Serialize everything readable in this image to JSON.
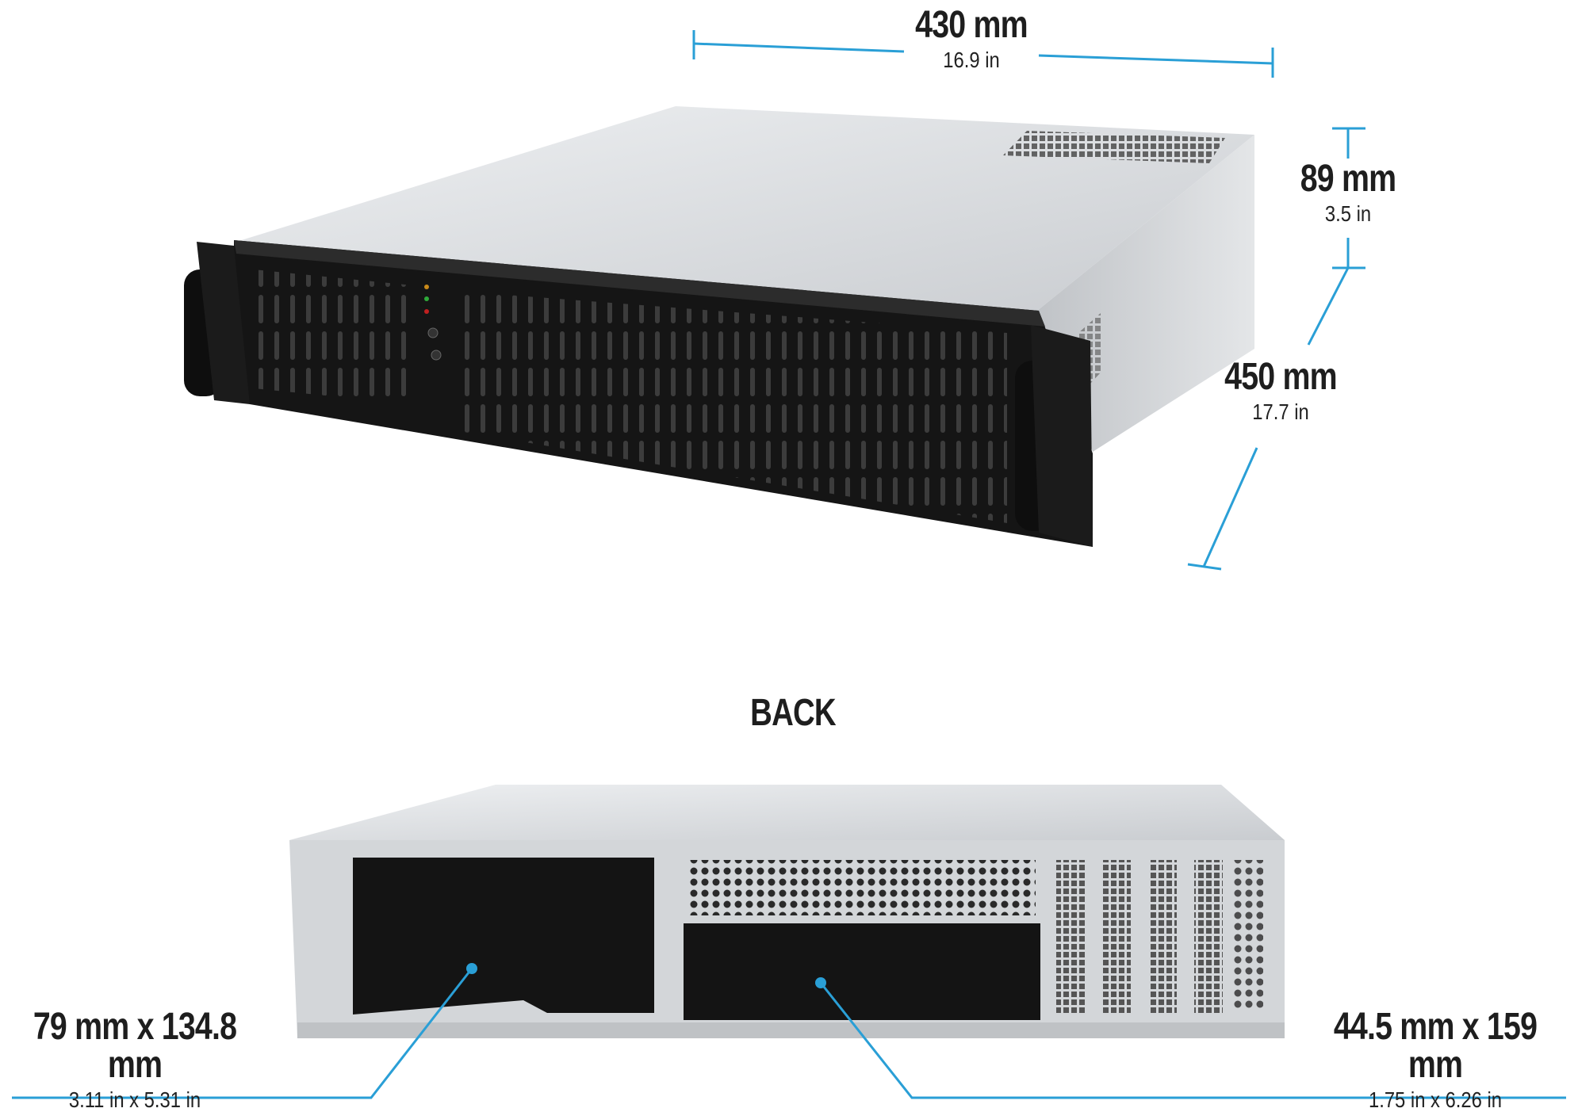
{
  "dimensions": {
    "width": {
      "mm": "430 mm",
      "in": "16.9 in"
    },
    "height": {
      "mm": "89 mm",
      "in": "3.5 in"
    },
    "depth": {
      "mm": "450 mm",
      "in": "17.7 in"
    }
  },
  "back_label": "BACK",
  "bays": {
    "left": {
      "mm": "79 mm x 134.8 mm",
      "in": "3.11 in x 5.31 in"
    },
    "right": {
      "mm": "44.5 mm x 159 mm",
      "in": "1.75 in x 6.26 in"
    }
  },
  "colors": {
    "accent_line": "#2a9fd6",
    "chassis_silver": "#d9dcdf",
    "front_panel": "#151515"
  }
}
